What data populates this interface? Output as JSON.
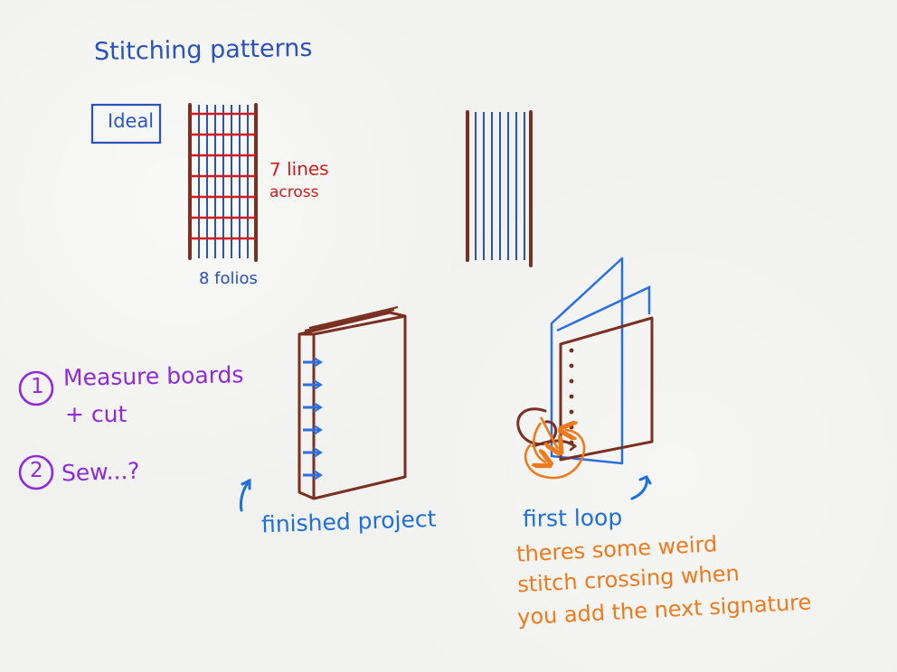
{
  "title": "Stitching patterns",
  "labels": {
    "ideal": "Ideal",
    "lines_across_1": "7 lines",
    "lines_across_2": "across",
    "folios": "8 folios",
    "finished_project": "finished project",
    "first_loop": "first loop"
  },
  "steps": {
    "step1_number": "1",
    "step1_line1": "Measure boards",
    "step1_line2": "+ cut",
    "step2_number": "2",
    "step2_text": "Sew...?"
  },
  "note": {
    "line1": "theres some weird",
    "line2": "stitch crossing when",
    "line3": "you add the next signature"
  },
  "icons": {
    "circled_one": "circled-one-icon",
    "circled_two": "circled-two-icon",
    "curved_arrow": "curved-arrow-icon"
  },
  "colors": {
    "blue": "#2b52b8",
    "red": "#cf1b1b",
    "brown": "#7a2f20",
    "purple": "#8f2ad8",
    "orange": "#ef7a1d",
    "light_blue": "#1f6fd8"
  }
}
